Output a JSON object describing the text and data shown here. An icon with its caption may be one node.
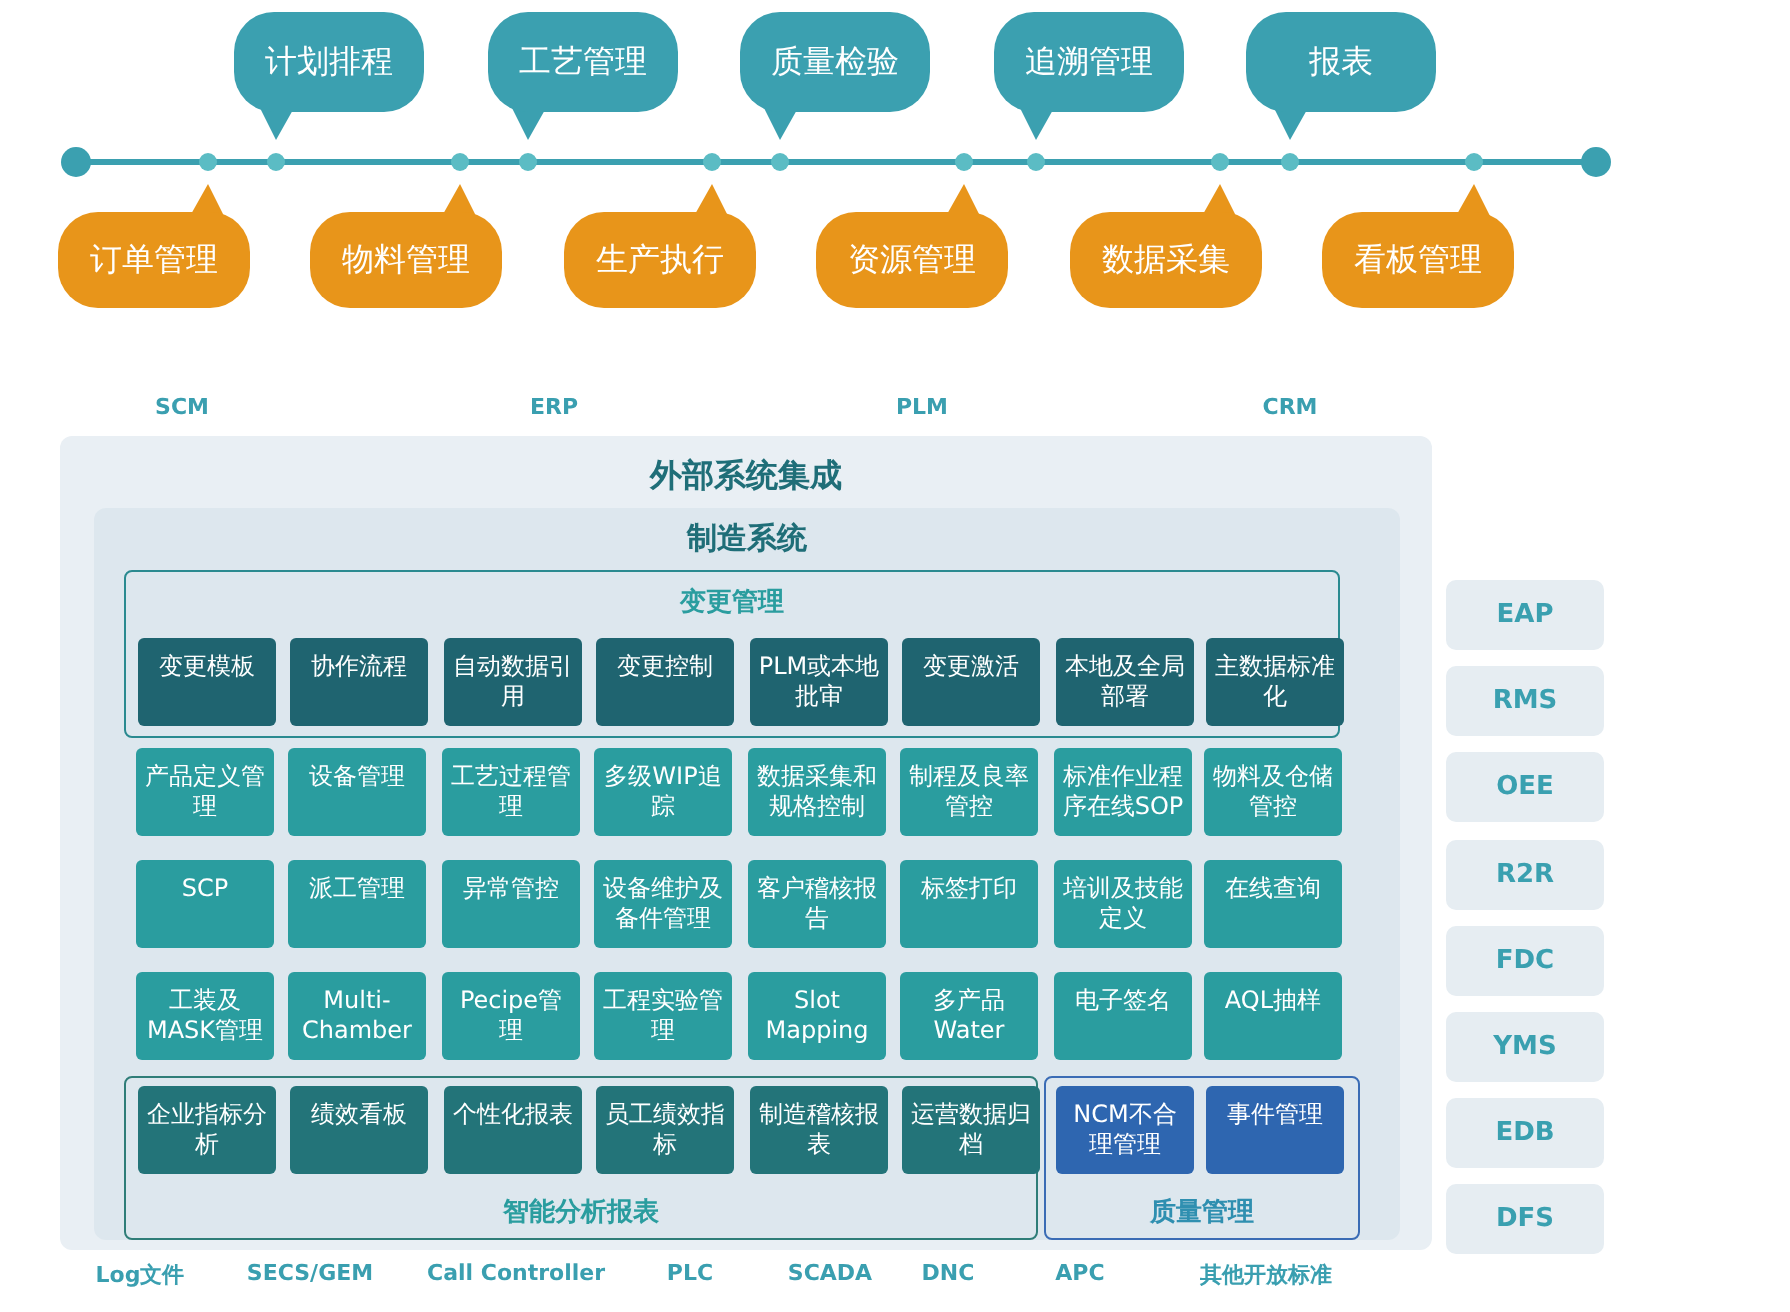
{
  "diagram": {
    "nodes": [
      {
        "text": [
          "计划排程"
        ]
      },
      {
        "text": [
          "工艺管理"
        ]
      },
      {
        "text": [
          "质量检验"
        ]
      },
      {
        "text": [
          "追溯管理"
        ]
      },
      {
        "text": [
          "报表"
        ]
      },
      {
        "text": [
          "订单管理"
        ]
      },
      {
        "text": [
          "物料管理"
        ]
      },
      {
        "text": [
          "生产执行"
        ]
      },
      {
        "text": [
          "资源管理"
        ]
      },
      {
        "text": [
          "数据采集"
        ]
      },
      {
        "text": [
          "看板管理"
        ]
      },
      {
        "text": [
          "外部系统集成"
        ]
      },
      {
        "text": [
          "制造系统"
        ],
        "in": 11
      },
      {
        "text": [
          "变更管理"
        ],
        "in": 12
      },
      {
        "text": [
          "变更模板"
        ],
        "in": 13
      },
      {
        "text": [
          "协作流程"
        ],
        "in": 13
      },
      {
        "text": [
          "自动数据引用"
        ],
        "in": 13
      },
      {
        "text": [
          "变更控制"
        ],
        "in": 13
      },
      {
        "text": [
          "PLM或本地批审"
        ],
        "in": 13
      },
      {
        "text": [
          "变更激活"
        ],
        "in": 13
      },
      {
        "text": [
          "本地及全局部署"
        ],
        "in": 13
      },
      {
        "text": [
          "主数据标准化"
        ],
        "in": 13
      },
      {
        "text": [
          "产品定义管理"
        ],
        "in": 12
      },
      {
        "text": [
          "设备管理"
        ],
        "in": 12
      },
      {
        "text": [
          "工艺过程管理"
        ],
        "in": 12
      },
      {
        "text": [
          "多级WIP追踪"
        ],
        "in": 12
      },
      {
        "text": [
          "数据采集和规格控制"
        ],
        "in": 12
      },
      {
        "text": [
          "制程及良率管控"
        ],
        "in": 12
      },
      {
        "text": [
          "标准作业程序在线SOP"
        ],
        "in": 12
      },
      {
        "text": [
          "物料及仓储管控"
        ],
        "in": 12
      },
      {
        "text": [
          "SCP"
        ],
        "in": 12
      },
      {
        "text": [
          "派工管理"
        ],
        "in": 12
      },
      {
        "text": [
          "异常管控"
        ],
        "in": 12
      },
      {
        "text": [
          "设备维护及备件管理"
        ],
        "in": 12
      },
      {
        "text": [
          "客户稽核报告"
        ],
        "in": 12
      },
      {
        "text": [
          "标签打印"
        ],
        "in": 12
      },
      {
        "text": [
          "培训及技能定义"
        ],
        "in": 12
      },
      {
        "text": [
          "在线查询"
        ],
        "in": 12
      },
      {
        "text": [
          "工装及MASK管理"
        ],
        "in": 12
      },
      {
        "text": [
          "Multi-Chamber"
        ],
        "in": 12
      },
      {
        "text": [
          "Pecipe管理"
        ],
        "in": 12
      },
      {
        "text": [
          "工程实验管理"
        ],
        "in": 12
      },
      {
        "text": [
          "Slot Mapping"
        ],
        "in": 12
      },
      {
        "text": [
          "多产品Water"
        ],
        "in": 12
      },
      {
        "text": [
          "电子签名"
        ],
        "in": 12
      },
      {
        "text": [
          "AQL抽样"
        ],
        "in": 12
      },
      {
        "text": [
          "智能分析报表"
        ],
        "in": 12
      },
      {
        "text": [
          "企业指标分析"
        ],
        "in": 46
      },
      {
        "text": [
          "绩效看板"
        ],
        "in": 46
      },
      {
        "text": [
          "个性化报表"
        ],
        "in": 46
      },
      {
        "text": [
          "员工绩效指标"
        ],
        "in": 46
      },
      {
        "text": [
          "制造稽核报表"
        ],
        "in": 46
      },
      {
        "text": [
          "运营数据归档"
        ],
        "in": 46
      },
      {
        "text": [
          "质量管理"
        ],
        "in": 12
      },
      {
        "text": [
          "NCM不合理管理"
        ],
        "in": 53
      },
      {
        "text": [
          "事件管理"
        ],
        "in": 53
      },
      {
        "text": [
          "EAP"
        ]
      },
      {
        "text": [
          "RMS"
        ]
      },
      {
        "text": [
          "OEE"
        ]
      },
      {
        "text": [
          "R2R"
        ]
      },
      {
        "text": [
          "FDC"
        ]
      },
      {
        "text": [
          "YMS"
        ]
      },
      {
        "text": [
          "EDB"
        ]
      },
      {
        "text": [
          "DFS"
        ]
      }
    ],
    "labels": [
      "SCM",
      "ERP",
      "PLM",
      "CRM",
      "Log文件",
      "SECS/GEM",
      "Call Controller",
      "PLC",
      "SCADA",
      "DNC",
      "APC",
      "其他开放标准"
    ]
  }
}
